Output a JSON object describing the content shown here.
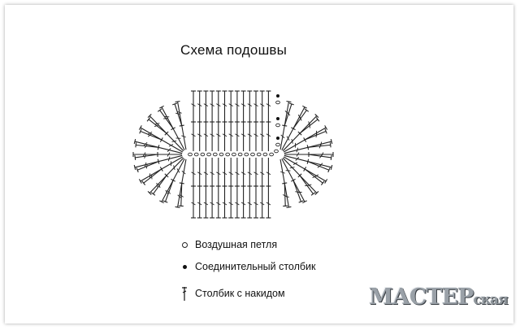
{
  "title": "Схема подошвы",
  "legend": [
    {
      "symbol": "chain-stitch",
      "label": "Воздушная петля"
    },
    {
      "symbol": "slip-stitch",
      "label": "Соединительный столбик"
    },
    {
      "symbol": "double-crochet",
      "label": "Столбик с накидом"
    }
  ],
  "watermark": {
    "main": "МАСТЕР",
    "small": "ская"
  },
  "colors": {
    "line": "#222222",
    "watermark": "#9aa1a8"
  }
}
